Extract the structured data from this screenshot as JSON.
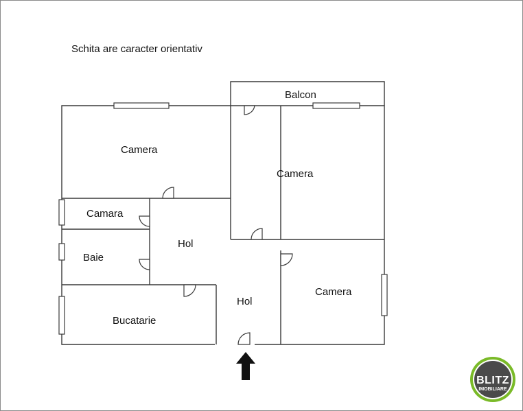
{
  "note": "Schita are caracter orientativ",
  "rooms": {
    "balcon": "Balcon",
    "camera_top_left": "Camera",
    "camera_top_right": "Camera",
    "camara": "Camara",
    "hol_upper": "Hol",
    "baie": "Baie",
    "hol_lower": "Hol",
    "camera_bottom_right": "Camera",
    "bucatarie": "Bucatarie"
  },
  "logo": {
    "brand": "BLITZ",
    "subtitle": "IMOBILIARE",
    "colors": {
      "ring": "#7aba28",
      "disc": "#4a4a4a",
      "text": "#ffffff"
    }
  },
  "colors": {
    "walls": "#3a3a3a",
    "background": "#ffffff",
    "entrance_arrow": "#111111"
  }
}
